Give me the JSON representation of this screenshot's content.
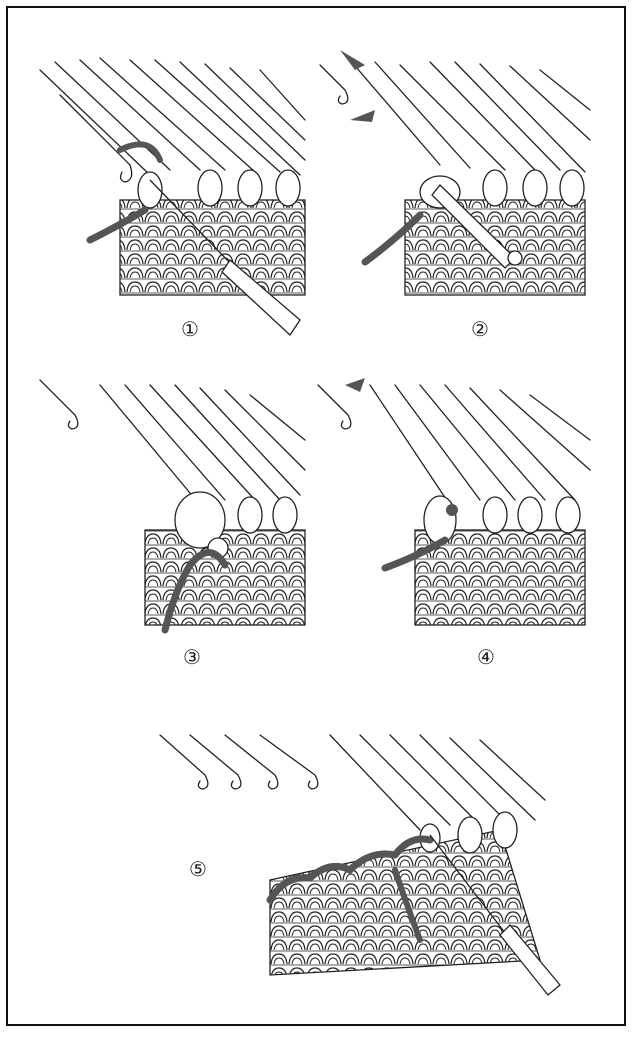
{
  "diagram": {
    "steps": [
      {
        "label": "①"
      },
      {
        "label": "②"
      },
      {
        "label": "③"
      },
      {
        "label": "④"
      },
      {
        "label": "⑤"
      }
    ],
    "colors": {
      "line": "#222222",
      "accent": "#555555",
      "background": "#ffffff"
    },
    "icons": [
      "hook-needle-icon",
      "arrow-icon",
      "latch-tool-icon"
    ]
  }
}
